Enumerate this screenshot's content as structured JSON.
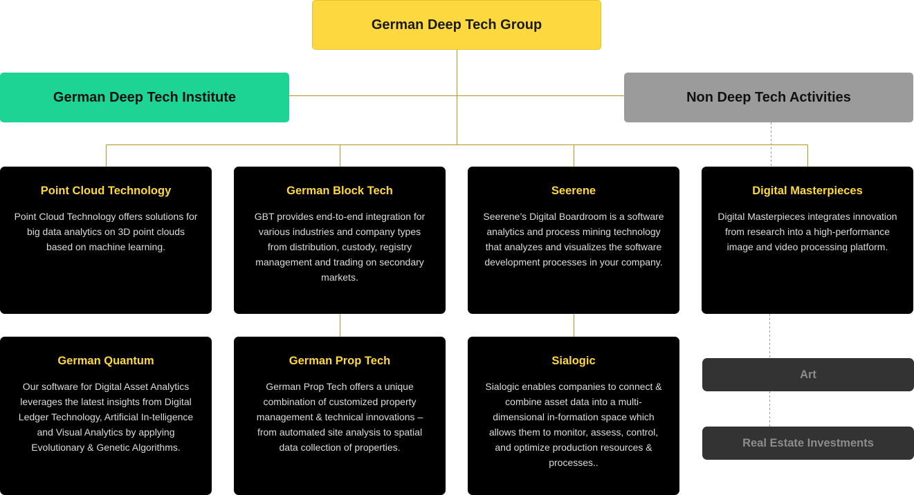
{
  "colors": {
    "group": "#fdd83f",
    "institute": "#1dd494",
    "non_deep_tech": "#9b9b9b",
    "card": "#000000",
    "card_title": "#fdd83f",
    "pill": "#333333",
    "connector": "#b8951f"
  },
  "group": {
    "title": "German Deep Tech Group"
  },
  "institute": {
    "title": "German Deep Tech Institute"
  },
  "non_deep_tech": {
    "title": "Non Deep Tech Activities"
  },
  "companies": [
    {
      "title": "Point Cloud Technology",
      "description": "Point Cloud Technology offers solutions for big data analytics on 3D point clouds based on machine learning."
    },
    {
      "title": "German Block Tech",
      "description": "GBT provides end-to-end integration for various industries and company types from distribution, custody, registry management and trading on secondary markets."
    },
    {
      "title": "Seerene",
      "description": "Seerene’s Digital Boardroom is a software analytics and process mining technology that analyzes and visualizes the software development processes in your company."
    },
    {
      "title": "Digital Masterpieces",
      "description": "Digital Masterpieces integrates innovation from research into a high-performance image and video processing platform."
    },
    {
      "title": "German Quantum",
      "description": "Our software for Digital Asset Analytics leverages the latest insights from Digital Ledger Technology, Artificial In-telligence and Visual Analytics by applying Evolutionary &  Genetic Algorithms."
    },
    {
      "title": "German Prop Tech",
      "description": "German Prop Tech offers a unique combination of customized property management & technical innovations – from automated site analysis to spatial data collection of properties."
    },
    {
      "title": "Sialogic",
      "description": "Sialogic enables companies to connect & combine asset data into a multi-dimensional in-formation space which allows them to monitor, assess, control, and optimize production resources & processes.."
    }
  ],
  "non_deep_tech_items": [
    {
      "label": "Art"
    },
    {
      "label": "Real Estate Investments"
    }
  ]
}
